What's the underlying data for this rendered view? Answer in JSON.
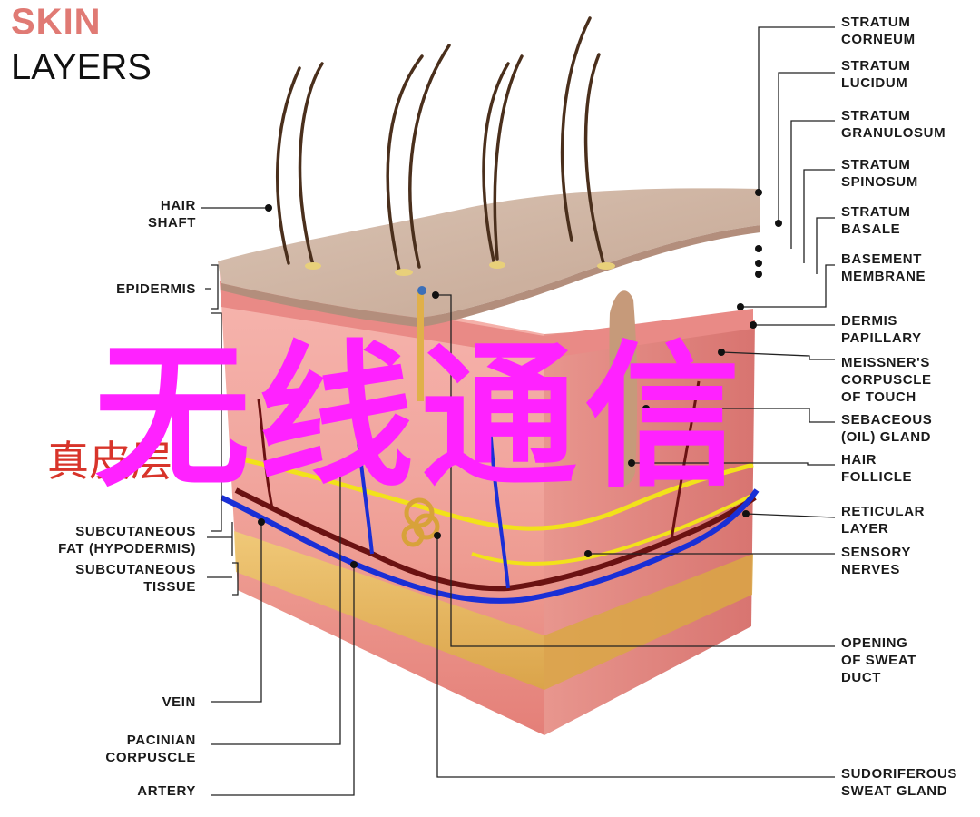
{
  "title": {
    "line1": "SKIN",
    "line2": "LAYERS"
  },
  "watermark": "无线通信",
  "zh_label": "真皮层",
  "colors": {
    "title_accent": "#e07a74",
    "watermark": "#ff22ff",
    "zh_label": "#d8342a",
    "epidermis_top": "#cbb09f",
    "dermis": "#f0a6a0",
    "vein": "#1a2fd6",
    "artery": "#6b1212",
    "nerve": "#f2e21a",
    "fat": "#e8c060"
  },
  "labels": {
    "left": [
      {
        "id": "hair-shaft",
        "text": "HAIR\nSHAFT"
      },
      {
        "id": "epidermis",
        "text": "EPIDERMIS"
      },
      {
        "id": "subcutaneous-fat",
        "text": "SUBCUTANEOUS\nFAT (HYPODERMIS)"
      },
      {
        "id": "subcutaneous-tissue",
        "text": "SUBCUTANEOUS\nTISSUE"
      },
      {
        "id": "vein",
        "text": "VEIN"
      },
      {
        "id": "pacinian-corpuscle",
        "text": "PACINIAN\nCORPUSCLE"
      },
      {
        "id": "artery",
        "text": "ARTERY"
      }
    ],
    "right": [
      {
        "id": "stratum-corneum",
        "text": "STRATUM\nCORNEUM"
      },
      {
        "id": "stratum-lucidum",
        "text": "STRATUM\nLUCIDUM"
      },
      {
        "id": "stratum-granulosum",
        "text": "STRATUM\nGRANULOSUM"
      },
      {
        "id": "stratum-spinosum",
        "text": "STRATUM\nSPINOSUM"
      },
      {
        "id": "stratum-basale",
        "text": "STRATUM\nBASALE"
      },
      {
        "id": "basement-membrane",
        "text": "BASEMENT\nMEMBRANE"
      },
      {
        "id": "dermis-papillary",
        "text": "DERMIS\nPAPILLARY"
      },
      {
        "id": "meissners-corpuscle",
        "text": "MEISSNER'S\nCORPUSCLE\nOF TOUCH"
      },
      {
        "id": "sebaceous-gland",
        "text": "SEBACEOUS\n(OIL) GLAND"
      },
      {
        "id": "hair-follicle",
        "text": "HAIR\nFOLLICLE"
      },
      {
        "id": "reticular-layer",
        "text": "RETICULAR\nLAYER"
      },
      {
        "id": "sensory-nerves",
        "text": "SENSORY\nNERVES"
      },
      {
        "id": "opening-of-sweat-duct",
        "text": "OPENING\nOF SWEAT\nDUCT"
      },
      {
        "id": "sudoriferous-sweat-gland",
        "text": "SUDORIFEROUS\nSWEAT GLAND"
      }
    ]
  }
}
